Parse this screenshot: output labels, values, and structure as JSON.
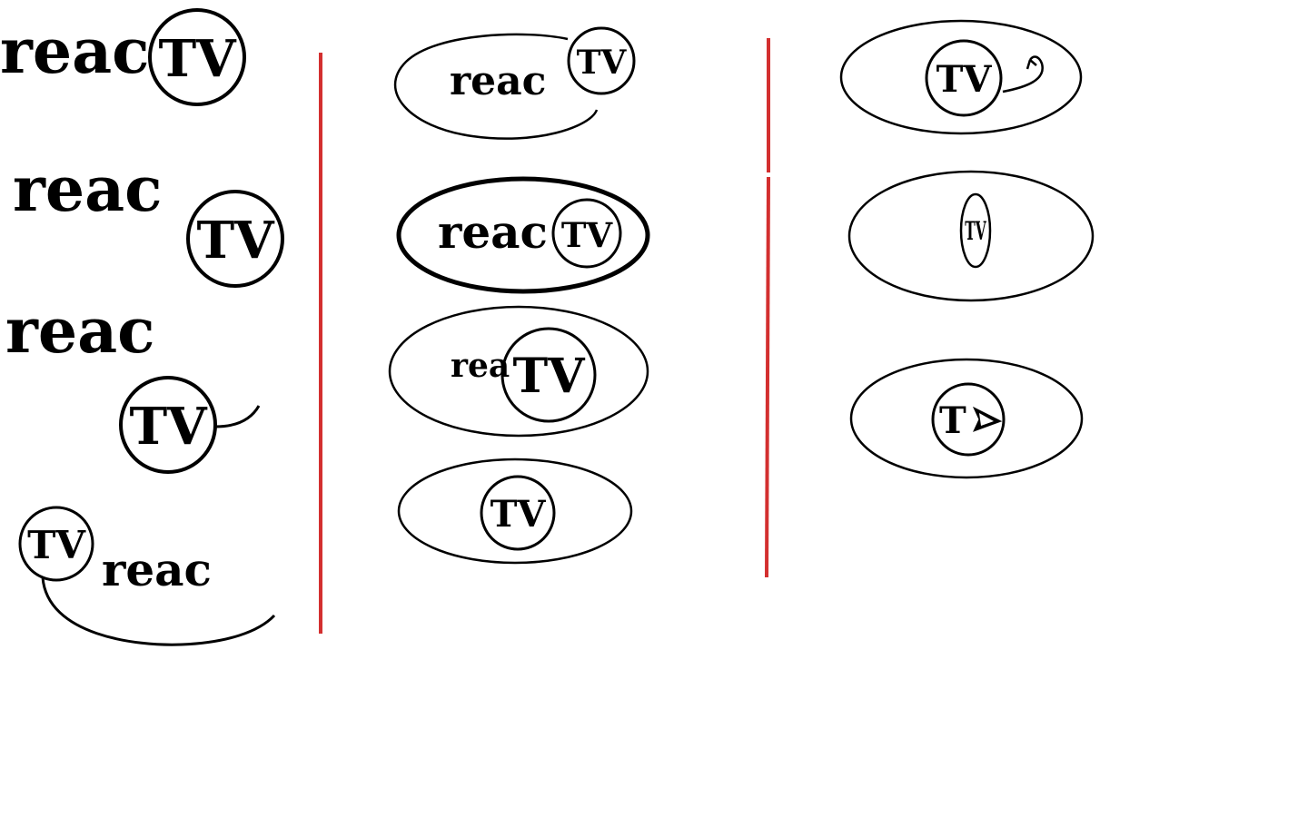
{
  "colors": {
    "ink": "#000000",
    "divider": "#d32f2f",
    "background": "#ffffff"
  },
  "words": {
    "reac": "reac",
    "tv": "TV",
    "rea": "rea",
    "t": "T"
  },
  "icons": [
    "play-icon",
    "undo-arrow-icon"
  ]
}
